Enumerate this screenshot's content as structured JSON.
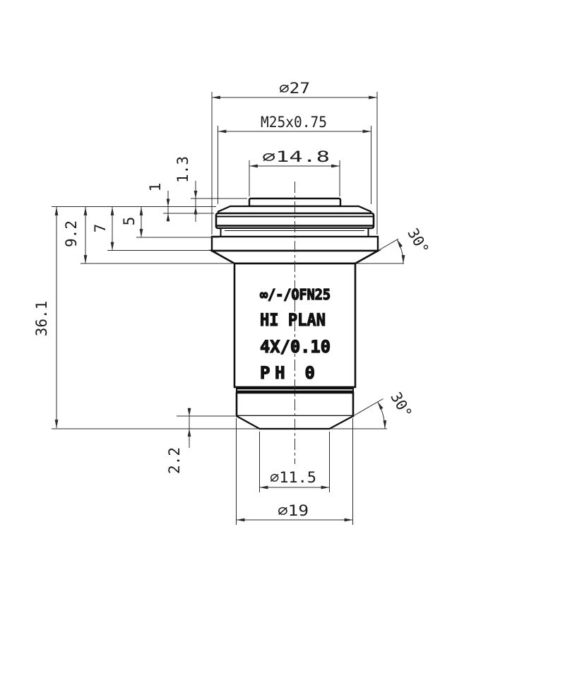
{
  "drawing": {
    "component": "microscope-objective-technical-drawing",
    "engraving": {
      "line1": "∞/-/OFN25",
      "line2": "HI PLAN",
      "line3": "4X/0.10",
      "line4": "PH 0"
    },
    "dims": {
      "d27": "∅27",
      "m25": "M25x0.75",
      "d148": "∅14.8",
      "h13": "1.3",
      "h1": "1",
      "h5": "5",
      "h7": "7",
      "h92": "9.2",
      "h361": "36.1",
      "h22": "2.2",
      "d115": "∅11.5",
      "d19": "∅19",
      "angle_top": "30°",
      "angle_bottom": "30°"
    },
    "colors": {
      "background": "#ffffff",
      "part_line": "#0f0f0f",
      "dim_line": "#2b2b2b"
    }
  }
}
